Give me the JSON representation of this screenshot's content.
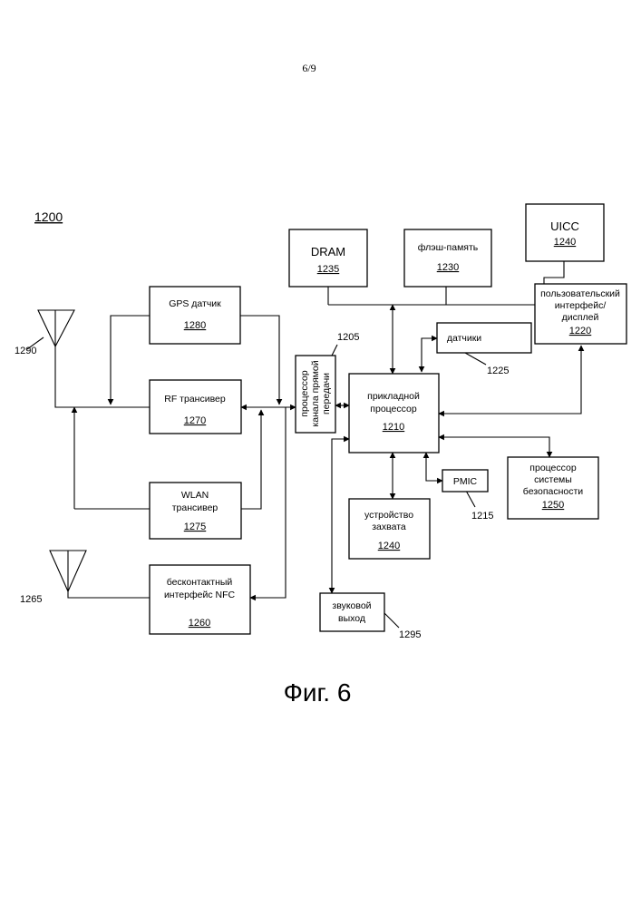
{
  "page": {
    "number": "6/9",
    "figure_label": "Фиг. 6"
  },
  "diagram": {
    "system_ref": "1200",
    "gps": {
      "label": "GPS датчик",
      "ref": "1280"
    },
    "rf": {
      "label": "RF трансивер",
      "ref": "1270"
    },
    "wlan": {
      "line1": "WLAN",
      "line2": "трансивер",
      "ref": "1275"
    },
    "nfc": {
      "line1": "бесконтактный",
      "line2": "интерфейс NFC",
      "ref": "1260"
    },
    "baseband": {
      "line1": "процессор",
      "line2": "канала прямой",
      "line3": "передачи",
      "ref": "1205"
    },
    "app_proc": {
      "line1": "прикладной",
      "line2": "процессор",
      "ref": "1210"
    },
    "dram": {
      "label": "DRAM",
      "ref": "1235"
    },
    "flash": {
      "label": "флэш-память",
      "ref": "1230"
    },
    "uicc": {
      "label": "UICC",
      "ref": "1240"
    },
    "ui": {
      "line1": "пользовательский",
      "line2": "интерфейс/",
      "line3": "дисплей",
      "ref": "1220"
    },
    "sensors": {
      "label": "датчики",
      "ref": "1225"
    },
    "pmic": {
      "label": "PMIC",
      "ref": "1215"
    },
    "security": {
      "line1": "процессор",
      "line2": "системы",
      "line3": "безопасности",
      "ref": "1250"
    },
    "capture": {
      "line1": "устройство",
      "line2": "захвата",
      "ref": "1240"
    },
    "audio": {
      "line1": "звуковой",
      "line2": "выход",
      "ref": "1295"
    },
    "antenna_top_ref": "1290",
    "antenna_bottom_ref": "1265"
  }
}
